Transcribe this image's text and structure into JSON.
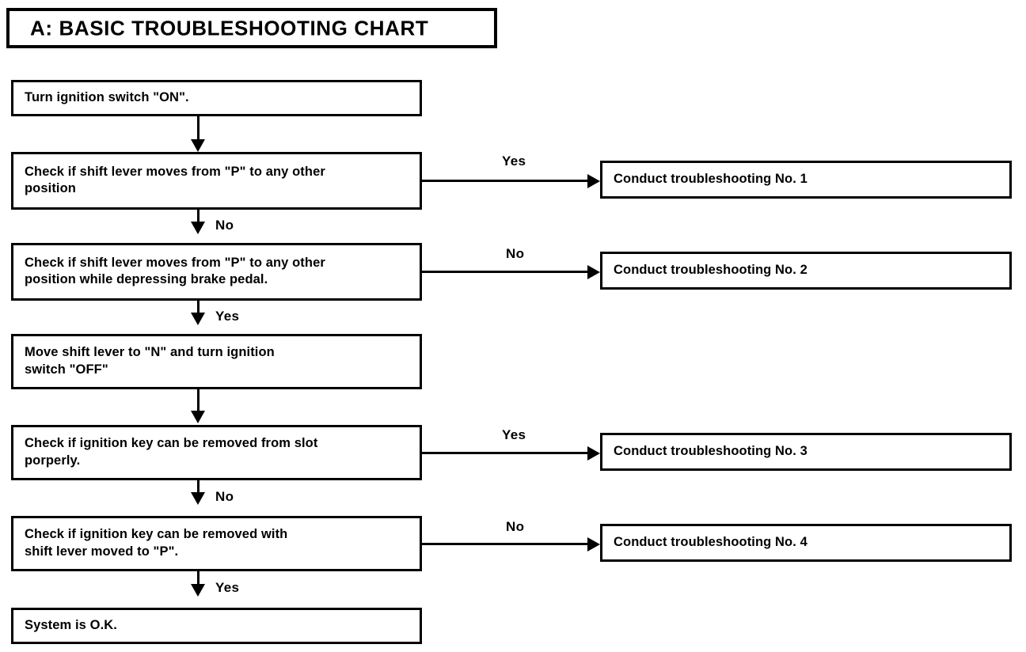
{
  "title": {
    "label": "A:  BASIC TROUBLESHOOTING CHART"
  },
  "chart_data": {
    "type": "diagram",
    "diagram_type": "flowchart",
    "title": "A:  BASIC TROUBLESHOOTING CHART",
    "orientation": "top-to-bottom with right branches",
    "nodes": [
      {
        "id": "n1",
        "label": "Turn ignition switch \"ON\".",
        "shape": "rectangle",
        "column": "left"
      },
      {
        "id": "n2",
        "label": "Check if shift lever moves from \"P\" to any other position",
        "shape": "rectangle",
        "column": "left"
      },
      {
        "id": "n3",
        "label": "Check if shift lever moves from \"P\" to any other position while depressing brake pedal.",
        "shape": "rectangle",
        "column": "left"
      },
      {
        "id": "n4",
        "label": "Move shift lever to \"N\" and turn ignition switch \"OFF\"",
        "shape": "rectangle",
        "column": "left"
      },
      {
        "id": "n5",
        "label": "Check if ignition key can be removed from slot porperly.",
        "shape": "rectangle",
        "column": "left"
      },
      {
        "id": "n6",
        "label": "Check if ignition key can be removed with shift lever moved to \"P\".",
        "shape": "rectangle",
        "column": "left"
      },
      {
        "id": "n7",
        "label": "System is O.K.",
        "shape": "rectangle",
        "column": "left"
      },
      {
        "id": "r1",
        "label": "Conduct troubleshooting No. 1",
        "shape": "rectangle",
        "column": "right"
      },
      {
        "id": "r2",
        "label": "Conduct troubleshooting No. 2",
        "shape": "rectangle",
        "column": "right"
      },
      {
        "id": "r3",
        "label": "Conduct troubleshooting No. 3",
        "shape": "rectangle",
        "column": "right"
      },
      {
        "id": "r4",
        "label": "Conduct troubleshooting No. 4",
        "shape": "rectangle",
        "column": "right"
      }
    ],
    "edges": [
      {
        "from": "n1",
        "to": "n2",
        "label": "",
        "direction": "down"
      },
      {
        "from": "n2",
        "to": "r1",
        "label": "Yes",
        "direction": "right"
      },
      {
        "from": "n2",
        "to": "n3",
        "label": "No",
        "direction": "down"
      },
      {
        "from": "n3",
        "to": "r2",
        "label": "No",
        "direction": "right"
      },
      {
        "from": "n3",
        "to": "n4",
        "label": "Yes",
        "direction": "down"
      },
      {
        "from": "n4",
        "to": "n5",
        "label": "",
        "direction": "down"
      },
      {
        "from": "n5",
        "to": "r3",
        "label": "Yes",
        "direction": "right"
      },
      {
        "from": "n5",
        "to": "n6",
        "label": "No",
        "direction": "down"
      },
      {
        "from": "n6",
        "to": "r4",
        "label": "No",
        "direction": "right"
      },
      {
        "from": "n6",
        "to": "n7",
        "label": "Yes",
        "direction": "down"
      }
    ]
  },
  "boxes": {
    "step1": "Turn ignition switch \"ON\".",
    "step2_line1": "Check if shift lever moves from \"P\" to any other",
    "step2_line2": "position",
    "step3_line1": "Check if shift lever moves from \"P\" to any other",
    "step3_line2": "position while depressing brake pedal.",
    "step4_line1": "Move shift lever to \"N\" and turn ignition",
    "step4_line2": "switch \"OFF\"",
    "step5_line1": "Check if ignition key can be removed from slot",
    "step5_line2": "porperly.",
    "step6_line1": "Check if ignition key can be removed with",
    "step6_line2": "shift lever moved to \"P\".",
    "step7": "System is O.K.",
    "result1": "Conduct troubleshooting No. 1",
    "result2": "Conduct troubleshooting No. 2",
    "result3": "Conduct troubleshooting No. 3",
    "result4": "Conduct troubleshooting No. 4"
  },
  "labels": {
    "branch_yes_1": "Yes",
    "branch_no_1": "No",
    "branch_no_2": "No",
    "branch_yes_2": "Yes",
    "branch_yes_3": "Yes",
    "branch_no_3": "No",
    "branch_no_4": "No",
    "branch_yes_4": "Yes"
  },
  "colors": {
    "ink": "#000000",
    "paper": "#ffffff"
  }
}
